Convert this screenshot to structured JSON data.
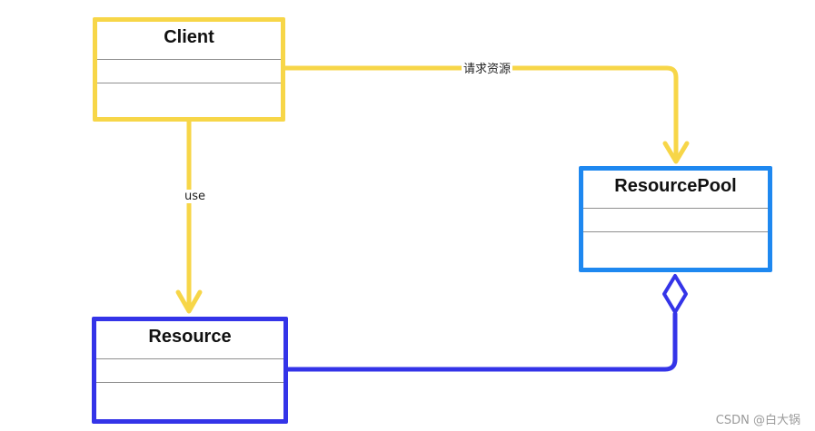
{
  "colors": {
    "client": "#F7D648",
    "resource_pool": "#1E88F0",
    "resource": "#3434E8",
    "edge_request": "#F7D648",
    "edge_use": "#F7D648",
    "edge_aggregation": "#3434E8"
  },
  "classes": {
    "client": {
      "name": "Client"
    },
    "resource_pool": {
      "name": "ResourcePool"
    },
    "resource": {
      "name": "Resource"
    }
  },
  "edges": {
    "request": {
      "label": "请求资源",
      "from": "Client",
      "to": "ResourcePool",
      "kind": "association-arrow"
    },
    "use": {
      "label": "use",
      "from": "Client",
      "to": "Resource",
      "kind": "association-arrow"
    },
    "aggregation": {
      "label": "",
      "from": "Resource",
      "to": "ResourcePool",
      "kind": "aggregation"
    }
  },
  "watermark": "CSDN @白大锅"
}
